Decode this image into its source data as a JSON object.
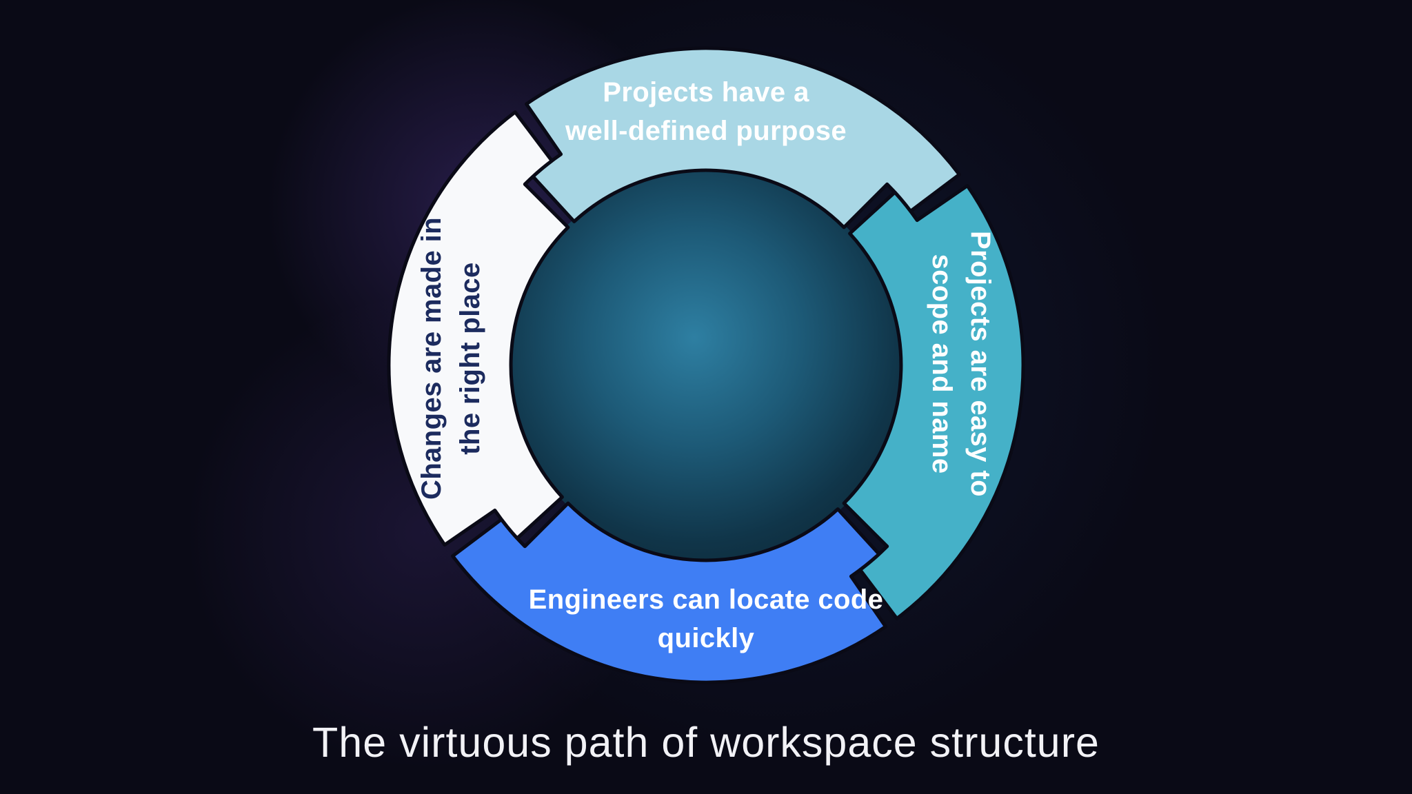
{
  "title": "The virtuous path of workspace structure",
  "colors": {
    "background": "#0a0a16",
    "outline": "#0a0a16",
    "title_text": "#f2f2f6",
    "sphere_center": "#2e7fa2",
    "sphere_edge": "#0b2330"
  },
  "cycle": {
    "segments": [
      {
        "id": "top",
        "label_lines": [
          "Projects have a",
          "well-defined purpose"
        ],
        "color": "#a9d7e5",
        "text_color": "#ffffff"
      },
      {
        "id": "right",
        "label_lines": [
          "Projects are easy to",
          "scope and name"
        ],
        "color": "#45b1c8",
        "text_color": "#ffffff"
      },
      {
        "id": "bottom",
        "label_lines": [
          "Engineers can locate code",
          "quickly"
        ],
        "color": "#3f7ef4",
        "text_color": "#ffffff"
      },
      {
        "id": "left",
        "label_lines": [
          "Changes are made in",
          "the right place"
        ],
        "color": "#f8f9fb",
        "text_color": "#1c2b5e"
      }
    ]
  }
}
